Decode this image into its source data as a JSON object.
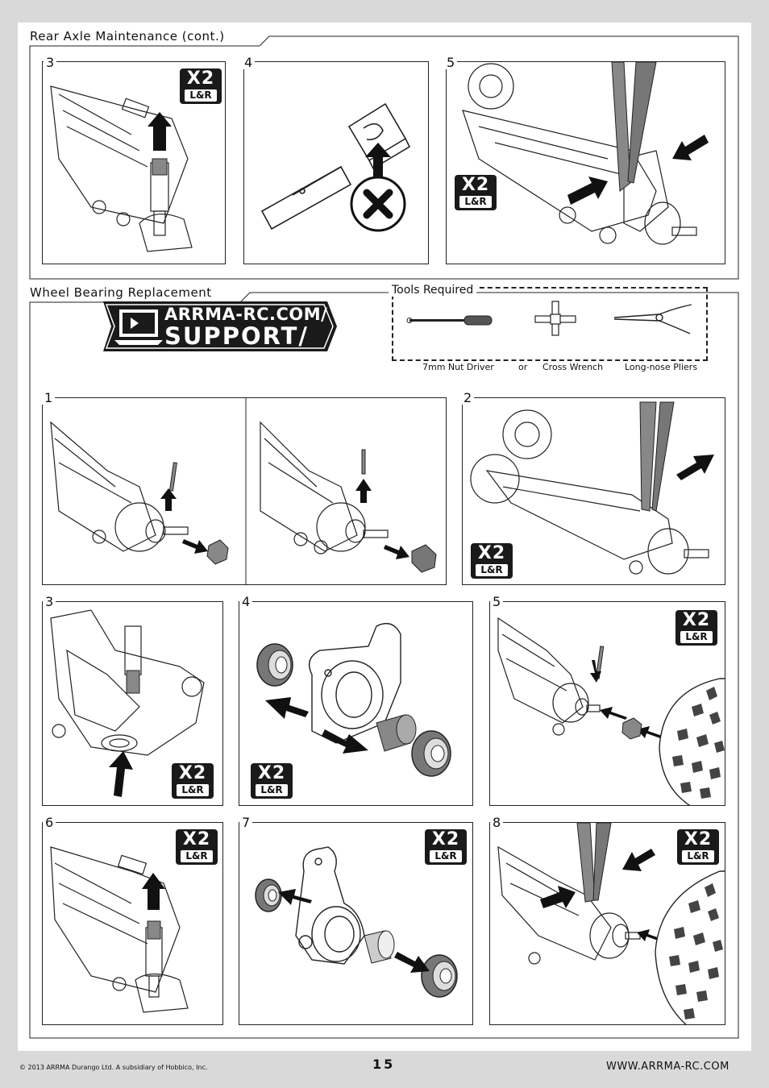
{
  "sections": {
    "rear_axle_title": "Rear Axle Maintenance (cont.)",
    "wheel_bearing_title": "Wheel Bearing Replacement"
  },
  "steps": {
    "rear": [
      "3",
      "4",
      "5"
    ],
    "wheel": [
      "1",
      "2",
      "3",
      "4",
      "5",
      "6",
      "7",
      "8"
    ]
  },
  "badge": {
    "top": "X2",
    "bottom": "L&R"
  },
  "support": {
    "line1": "ARRMA-RC.COM/",
    "line2": "SUPPORT/"
  },
  "tools": {
    "title": "Tools Required",
    "items": [
      "7mm Nut Driver",
      "or",
      "Cross Wrench",
      "Long-nose Pliers"
    ]
  },
  "footer": {
    "copyright": "© 2013 ARRMA Durango Ltd. A subsidiary of Hobbico, Inc.",
    "page_number": "15",
    "website": "WWW.ARRMA-RC.COM"
  },
  "colors": {
    "ink": "#111111",
    "page_bg": "#d9d9d9",
    "panel_bg": "#ffffff",
    "part_gray": "#888888"
  },
  "icons": [
    "arrow-icon",
    "remove-x-icon",
    "laptop-icon",
    "screwdriver-icon",
    "cross-wrench-icon",
    "pliers-icon",
    "bearing-icon",
    "hex-nut-icon",
    "tire-icon"
  ]
}
